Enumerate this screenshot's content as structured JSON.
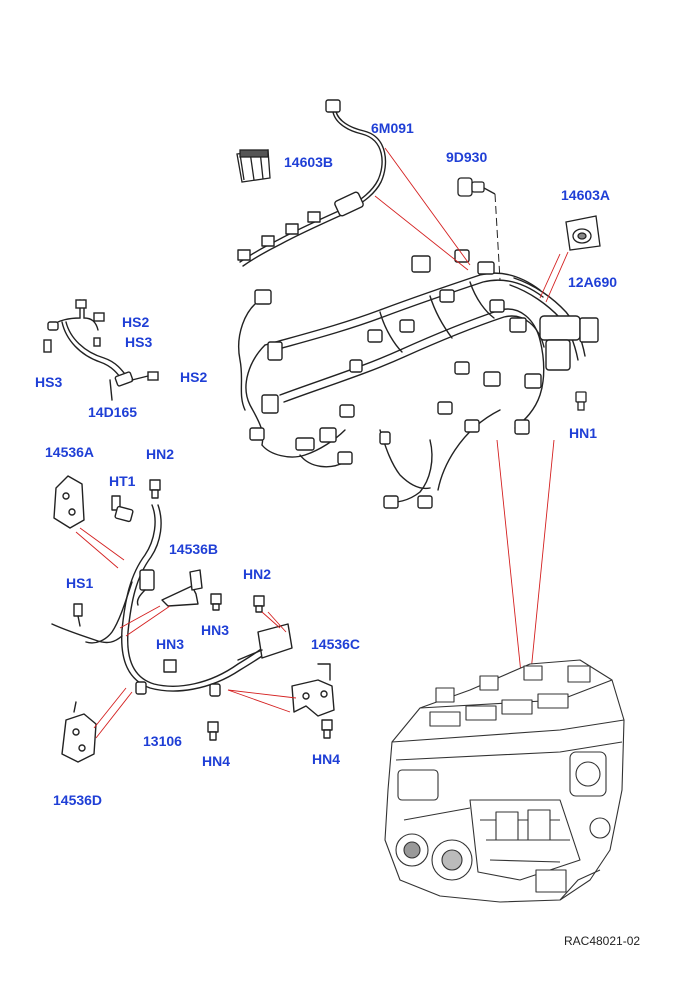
{
  "diagram": {
    "reference_code": "RAC48021-02",
    "accent_color": "#1f3fd6",
    "leader_color": "#d42020",
    "callouts": [
      {
        "id": "6M091",
        "label": "6M091"
      },
      {
        "id": "14603B",
        "label": "14603B"
      },
      {
        "id": "9D930",
        "label": "9D930"
      },
      {
        "id": "14603A",
        "label": "14603A"
      },
      {
        "id": "12A690",
        "label": "12A690"
      },
      {
        "id": "HN1",
        "label": "HN1"
      },
      {
        "id": "HS2a",
        "label": "HS2"
      },
      {
        "id": "HS3a",
        "label": "HS3"
      },
      {
        "id": "HS3b",
        "label": "HS3"
      },
      {
        "id": "HS2b",
        "label": "HS2"
      },
      {
        "id": "14D165",
        "label": "14D165"
      },
      {
        "id": "14536A",
        "label": "14536A"
      },
      {
        "id": "HN2a",
        "label": "HN2"
      },
      {
        "id": "HT1",
        "label": "HT1"
      },
      {
        "id": "14536B",
        "label": "14536B"
      },
      {
        "id": "HN2b",
        "label": "HN2"
      },
      {
        "id": "HS1",
        "label": "HS1"
      },
      {
        "id": "HN3a",
        "label": "HN3"
      },
      {
        "id": "HN3b",
        "label": "HN3"
      },
      {
        "id": "14536C",
        "label": "14536C"
      },
      {
        "id": "13106",
        "label": "13106"
      },
      {
        "id": "HN4a",
        "label": "HN4"
      },
      {
        "id": "HN4b",
        "label": "HN4"
      },
      {
        "id": "14536D",
        "label": "14536D"
      }
    ]
  }
}
